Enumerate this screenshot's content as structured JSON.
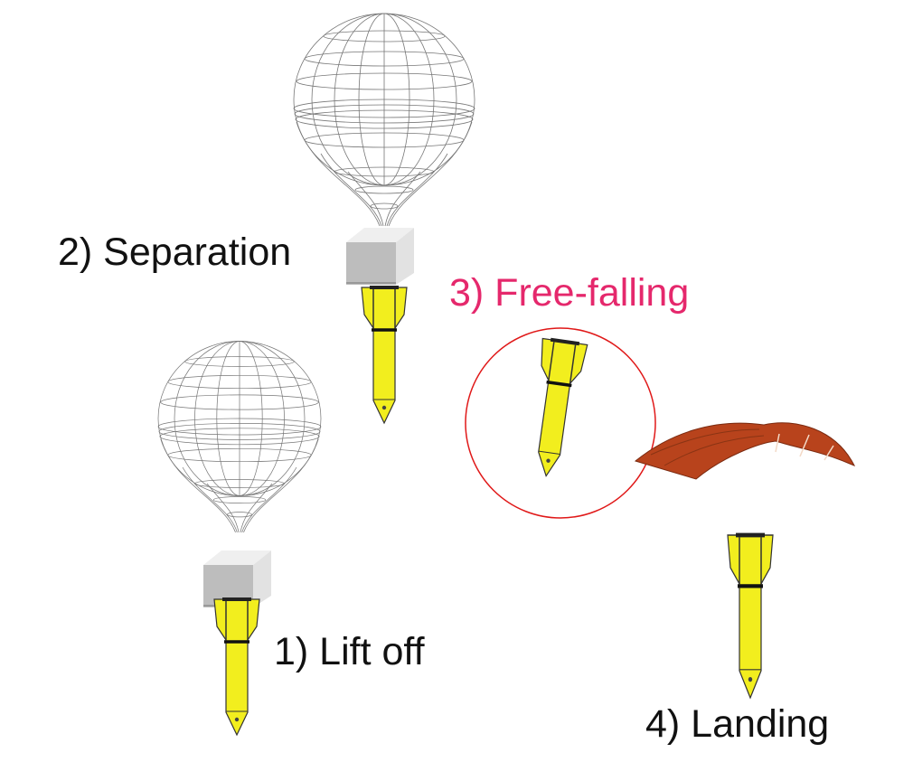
{
  "stages": [
    {
      "label": "1) Lift off"
    },
    {
      "label": "2) Separation"
    },
    {
      "label": "3) Free-falling"
    },
    {
      "label": "4) Landing"
    }
  ],
  "colors": {
    "probe": "#f2ee1e",
    "parachute": "#b8431c",
    "highlight": "#e01818",
    "free_falling_label": "#e5286c",
    "box": "#bcbcbc"
  }
}
